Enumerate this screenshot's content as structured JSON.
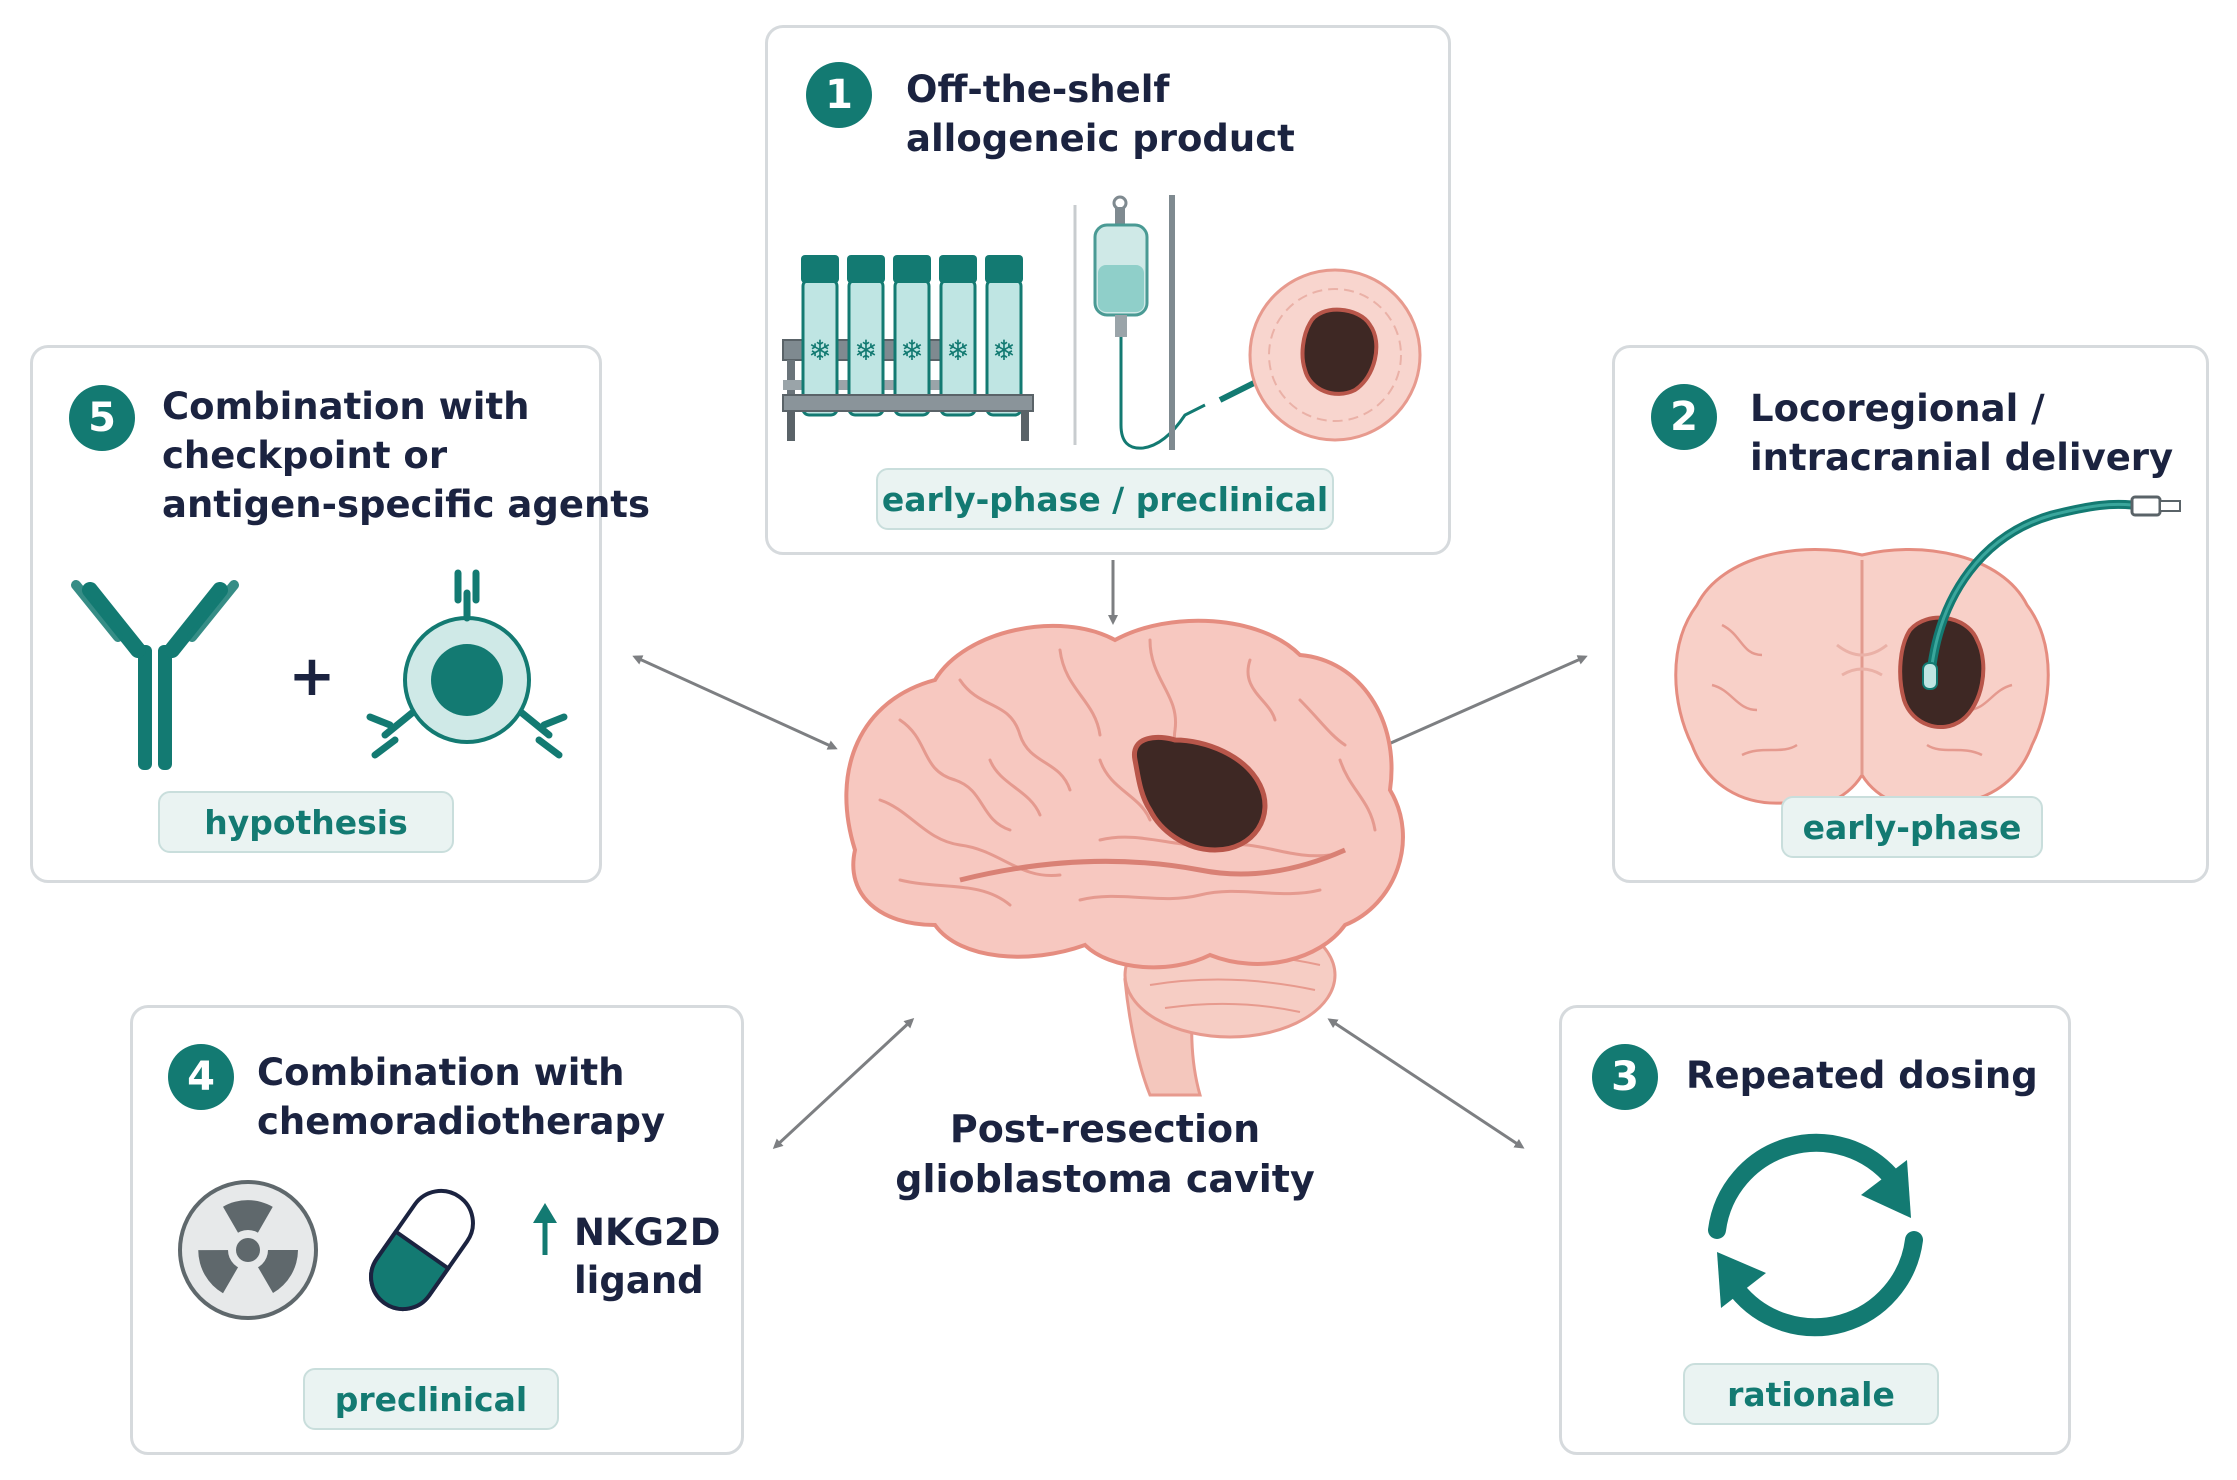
{
  "center": {
    "label_line1": "Post-resection",
    "label_line2": "glioblastoma cavity"
  },
  "cards": [
    {
      "number": "1",
      "title_line1": "Off-the-shelf",
      "title_line2": "allogeneic product",
      "badge": "early-phase / preclinical"
    },
    {
      "number": "2",
      "title_line1": "Locoregional /",
      "title_line2": "intracranial delivery",
      "badge": "early-phase"
    },
    {
      "number": "3",
      "title_line1": "Repeated dosing",
      "badge": "rationale"
    },
    {
      "number": "4",
      "title_line1": "Combination with",
      "title_line2": "chemoradiotherapy",
      "badge": "preclinical",
      "ligand_line1": "NKG2D",
      "ligand_line2": "ligand"
    },
    {
      "number": "5",
      "title_line1": "Combination with",
      "title_line2": "checkpoint or",
      "title_line3": "antigen-specific agents",
      "badge": "hypothesis"
    }
  ],
  "colors": {
    "teal": "#137a72",
    "brain_pink": "#f7c8c0",
    "cavity": "#3e2824",
    "border": "#d6dadd"
  },
  "icons": [
    "snowflake-vial-icon",
    "iv-bag-icon",
    "brain-section-icon",
    "catheter-icon",
    "refresh-cycle-icon",
    "radiation-icon",
    "capsule-icon",
    "up-arrow-icon",
    "antibody-icon",
    "nk-cell-icon"
  ]
}
